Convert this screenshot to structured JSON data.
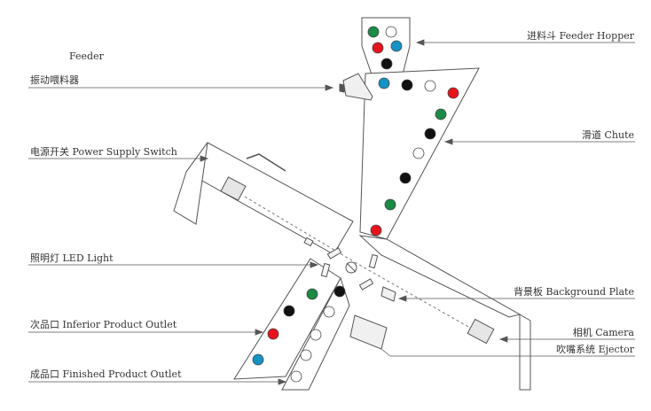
{
  "labels": {
    "feeder": "Feeder",
    "vibrator": "振动喂料器",
    "power_switch": "电源开关 Power Supply Switch",
    "led_light": "照明灯 LED Light",
    "inferior_outlet": "次品口 Inferior Product Outlet",
    "finished_outlet": "成品口 Finished Product Outlet",
    "feeder_hopper": "进料斗 Feeder Hopper",
    "chute": "滑道 Chute",
    "background_plate": "背景板 Background Plate",
    "camera": "相机 Camera",
    "ejector": "吹嘴系统 Ejector"
  },
  "colors": {
    "red": "#e8141c",
    "green": "#1a8a45",
    "black": "#111111",
    "blue": "#1692c4",
    "line": "#555555",
    "panel_fill": "#ffffff",
    "device_fill": "#f0f0f0"
  }
}
